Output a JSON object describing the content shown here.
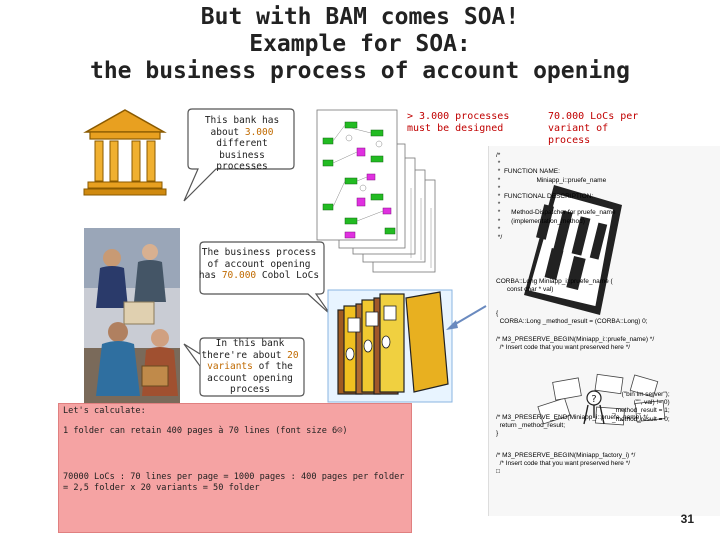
{
  "title": {
    "line1": "But with BAM comes SOA!",
    "line2": "Example for SOA:",
    "line3": "the business process of account opening"
  },
  "bubble1": {
    "pre": "This bank has about ",
    "num": "3.000",
    "post": " different business processes"
  },
  "bubble2": {
    "pre": "The business process of account opening has ",
    "num": "70.000",
    "post": " Cobol LoCs"
  },
  "bubble3": {
    "pre": "In this bank there're about ",
    "num": "20",
    "mid": " variants",
    "post": " of the account opening process"
  },
  "note_processes": "> 3.000 processes must be designed",
  "note_locs": "70.000 LoCs per variant of process",
  "calc": {
    "line1": "Let's calculate:",
    "line2": "1 folder can retain 400 pages à 70 lines (font size 6☺)",
    "line3": "70000 LoCs : 70 lines per page = 1000 pages : 400 pages per folder = 2,5 folder x 20 variants = 50 folder"
  },
  "code": {
    "l1": "/*",
    "l2": " *",
    "l3": " *  FUNCTION NAME:",
    "l4": " *                    Miniapp_i::pruefe_name",
    "l5": " *",
    "l6": " *  FUNCTIONAL DESCRIPTION:",
    "l7": " *",
    "l8": " *      Method-Dispatcher for pruefe_name",
    "l9": " *      (implementation_method)",
    "l10": " *",
    "l11": " */",
    "l12": "CORBA::Long Miniapp_i::pruefe_name (",
    "l13": "      const char * val)",
    "l14": "{",
    "l15": "  CORBA::Long _method_result = (CORBA::Long) 0;",
    "l16": "/* M3_PRESERVE_BEGIN(Miniapp_i::pruefe_name) */",
    "l17": "  /* Insert code that you want preserved here */",
    "l18": "(\"bin im server\");",
    "l19": "(\"\", val) != 0)",
    "l20": "_method_result = 1;",
    "l21": "_method_result = 0;",
    "l22": "/* M3_PRESERVE_END(Miniapp_i::pruefe_name) */",
    "l23": "  return _method_result;",
    "l24": "}",
    "l25": "/* M3_PRESERVE_BEGIN(Miniapp_factory_i) */",
    "l26": "  /* Insert code that you want preserved here */",
    "l27": "□"
  },
  "page_number": "31",
  "colors": {
    "accent": "#c06a00",
    "red": "#c00000",
    "calc_bg": "#f5a3a3",
    "flow_green": "#22bb22"
  }
}
